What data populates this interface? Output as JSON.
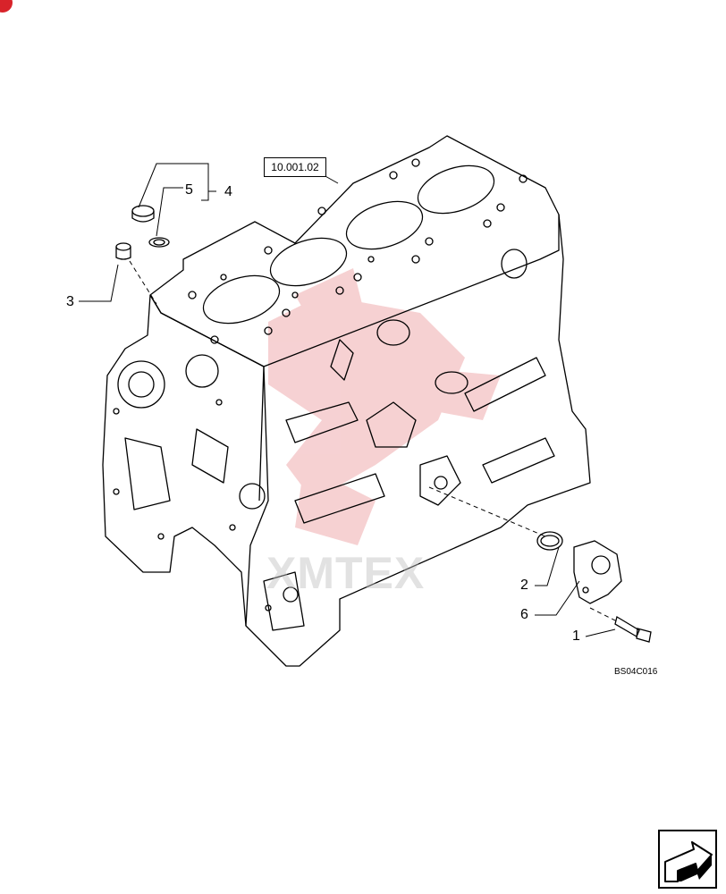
{
  "diagram": {
    "reference": "10.001.02",
    "figure_code": "BS04C016",
    "watermark": "XMTEX",
    "callouts": [
      {
        "id": "1",
        "label": "1"
      },
      {
        "id": "2",
        "label": "2"
      },
      {
        "id": "3",
        "label": "3"
      },
      {
        "id": "4",
        "label": "4"
      },
      {
        "id": "5",
        "label": "5"
      },
      {
        "id": "6",
        "label": "6"
      }
    ]
  },
  "colors": {
    "line": "#000000",
    "brand_red": "#d8232a",
    "watermark_logo": "#f3c2c4",
    "watermark_text": "#bebebe"
  },
  "icons": {
    "corner": "corner-badge-icon",
    "navigation": "next-page-arrow-icon"
  }
}
